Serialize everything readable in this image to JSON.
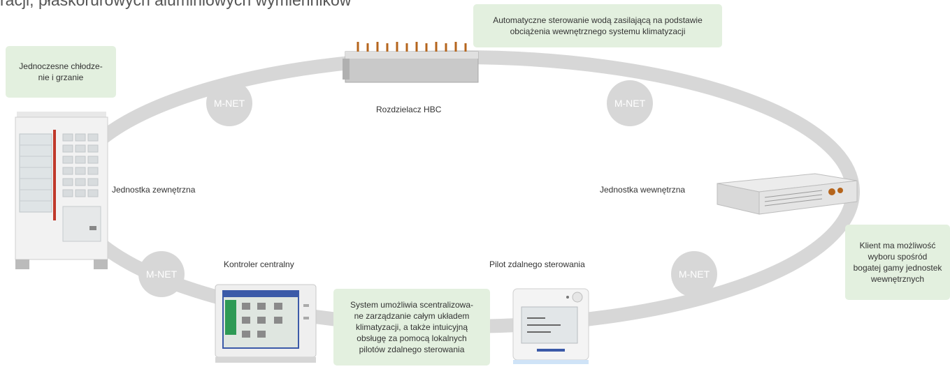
{
  "header": {
    "text": "racji, płaskorurowych aluminiowych wymienników"
  },
  "network_label": "M-NET",
  "labels": {
    "hbc": "Rozdzielacz HBC",
    "outdoor": "Jednostka zewnętrzna",
    "indoor": "Jednostka wewnętrzna",
    "central": "Kontroler centralny",
    "remote": "Pilot zdalnego sterowania"
  },
  "callouts": {
    "cooling": "Jednoczesne chłodze-\nnie i grzanie",
    "water": "Automatyczne sterowanie wodą zasilającą na podstawie\nobciążenia wewnętrznego systemu klimatyzacji",
    "client": "Klient ma możliwość\nwyboru spośród\nbogatej gamy jednostek\nwewnętrznych",
    "system": "System umożliwia scentralizowa-\nne zarządzanie całym układem\nklimatyzacji, a także intuicyjną\nobsługę za pomocą lokalnych\npilotów zdalnego sterowania"
  },
  "colors": {
    "ring": "#d7d7d7",
    "callout_bg": "#e3f0df",
    "node": "#d7d7d7"
  },
  "icons": {
    "outdoor": "outdoor-unit-icon",
    "hbc": "hbc-controller-icon",
    "indoor": "indoor-unit-icon",
    "central": "central-controller-icon",
    "remote": "remote-controller-icon"
  }
}
